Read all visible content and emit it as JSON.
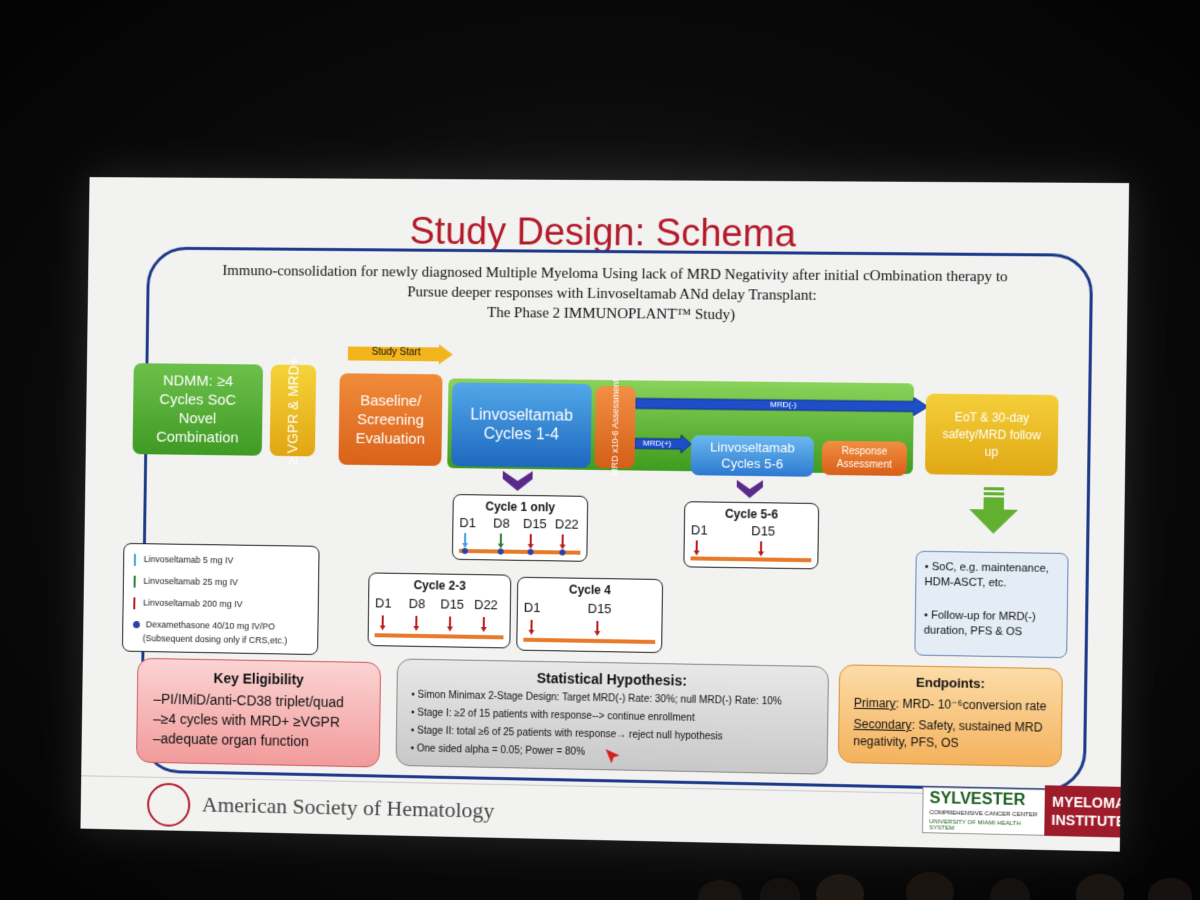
{
  "slide": {
    "title": "Study Design: Schema",
    "subtitle_lines": [
      "Immuno-consolidation for newly diagnosed Multiple Myeloma Using lack of MRD Negativity after initial cOmbination therapy to",
      "Pursue deeper responses with Linvoseltamab ANd delay Transplant:",
      "The Phase 2 IMMUNOPLANT™ Study)"
    ],
    "study_start": "Study Start",
    "boxes": {
      "ndmm": "NDMM: ≥4 Cycles SoC Novel Combination",
      "vgpr": "≥ VGPR & MRD+",
      "baseline": "Baseline/ Screening Evaluation",
      "linvo_1_4": "Linvoseltamab Cycles 1-4",
      "mrd_assessment": "MRD x10-6 Assessment",
      "linvo_5_6": "Linvoseltamab Cycles 5-6",
      "response_assessment": "Response Assessment",
      "eot": "EoT & 30-day safety/MRD follow up"
    },
    "arrows": {
      "mrd_neg": "MRD(-)",
      "mrd_pos": "MRD(+)"
    },
    "cycles": {
      "cycle1": {
        "title": "Cycle 1 only",
        "days": [
          "D1",
          "D8",
          "D15",
          "D22"
        ]
      },
      "cycle56": {
        "title": "Cycle 5-6",
        "days": [
          "D1",
          "D15"
        ]
      },
      "cycle23": {
        "title": "Cycle 2-3",
        "days": [
          "D1",
          "D8",
          "D15",
          "D22"
        ]
      },
      "cycle4": {
        "title": "Cycle 4",
        "days": [
          "D1",
          "D15"
        ]
      }
    },
    "legend": [
      {
        "label": "Linvoseltamab 5 mg IV",
        "color": "#3aa0e0"
      },
      {
        "label": "Linvoseltamab 25 mg IV",
        "color": "#2e7d32"
      },
      {
        "label": "Linvoseltamab 200 mg IV",
        "color": "#b71c1c"
      },
      {
        "label": "Dexamethasone 40/10 mg IV/PO",
        "color": "#2a3fa8"
      },
      {
        "label": "(Subsequent dosing only if CRS,etc.)",
        "color": ""
      }
    ],
    "followup": [
      "SoC, e.g. maintenance, HDM-ASCT, etc.",
      "Follow-up for MRD(-) duration, PFS & OS"
    ],
    "key_eligibility": {
      "title": "Key Eligibility",
      "items": [
        "–PI/IMiD/anti-CD38 triplet/quad",
        "–≥4 cycles with MRD+ ≥VGPR",
        "–adequate organ function"
      ]
    },
    "statistical_hypothesis": {
      "title": "Statistical Hypothesis:",
      "items": [
        "Simon Minimax 2-Stage Design: Target MRD(-) Rate: 30%; null MRD(-) Rate: 10%",
        "Stage I: ≥2 of 15 patients with response--> continue enrollment",
        "Stage II: total ≥6 of 25 patients with response→ reject null hypothesis",
        "One sided alpha = 0.05; Power = 80%"
      ]
    },
    "endpoints": {
      "title": "Endpoints:",
      "primary_label": "Primary",
      "primary_text": ": MRD- 10⁻⁶conversion rate",
      "secondary_label": "Secondary",
      "secondary_text": ": Safety, sustained MRD negativity, PFS, OS"
    },
    "footer": {
      "society": "American Society of Hematology",
      "sylvester": "SYLVESTER",
      "sylvester_sub1": "COMPREHENSIVE CANCER CENTER",
      "sylvester_sub2": "UNIVERSITY OF MIAMI HEALTH SYSTEM",
      "myeloma": "MYELOMA INSTITUTE"
    }
  }
}
